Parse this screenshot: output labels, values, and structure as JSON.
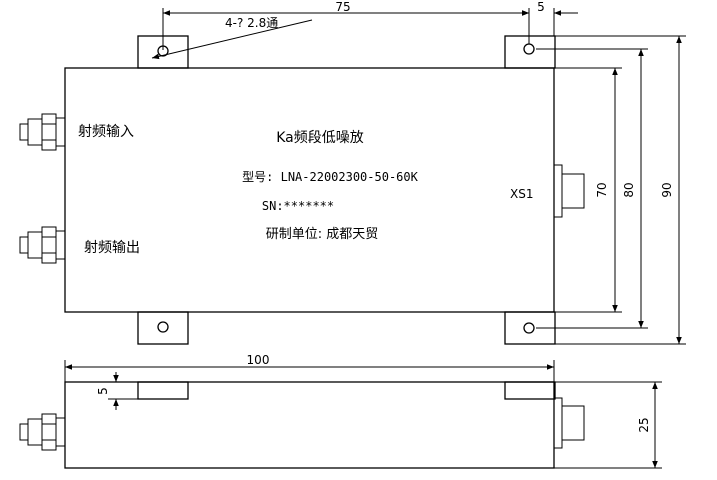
{
  "product": {
    "title": "Ka频段低噪放",
    "model": "型号: LNA-22002300-50-60K",
    "serial": "SN:*******",
    "maker": "研制单位: 成都天贸"
  },
  "ports": {
    "rf_in": "射频输入",
    "rf_out": "射频输出",
    "connector": "XS1"
  },
  "dimensions": {
    "holes": "4-? 2.8通",
    "hole_spacing": "75",
    "flange_offset": "5",
    "height_70": "70",
    "height_80": "80",
    "height_90": "90",
    "length": "100",
    "side_offset": "5",
    "thickness": "25"
  }
}
